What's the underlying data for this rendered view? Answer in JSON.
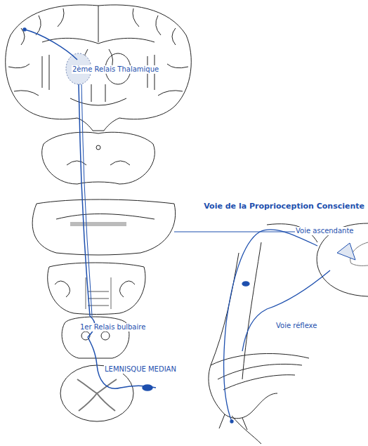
{
  "diagram": {
    "title": "Voie de la Proprioception Consciente",
    "labels": [
      "2ème Relais Thalamique",
      "1er Relais bulbaire",
      "LEMNISQUE MEDIAN",
      "Voie ascendante",
      "Voie réflexe"
    ]
  }
}
